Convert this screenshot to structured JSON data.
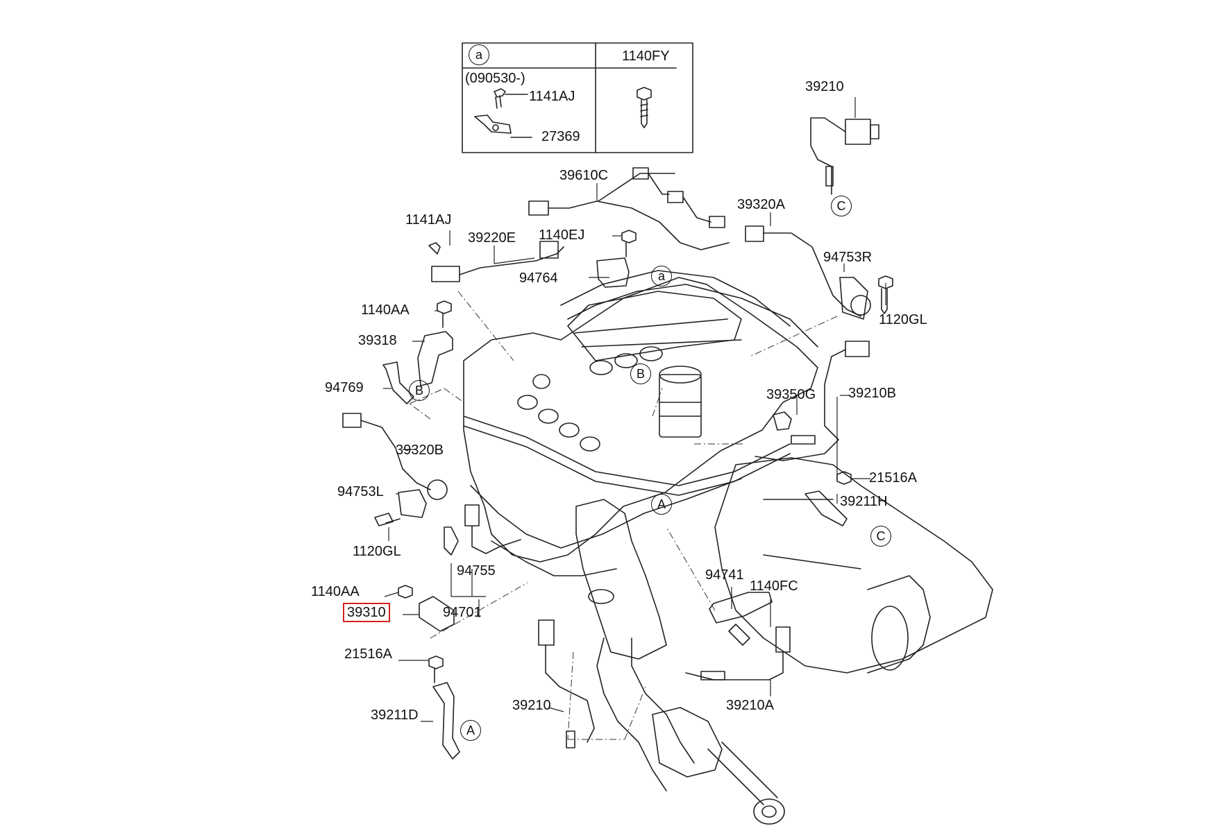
{
  "legend": {
    "key": "a",
    "col2_header": "1140FY",
    "date_range": "(090530-)",
    "part_bolt": "1141AJ",
    "part_bracket": "27369"
  },
  "callouts": {
    "a": "a",
    "b1": "B",
    "b2": "B",
    "a1": "A",
    "a2": "A",
    "c1": "C",
    "c2": "C"
  },
  "labels": {
    "p39210_top": "39210",
    "p39610C": "39610C",
    "p39320A": "39320A",
    "p1141AJ": "1141AJ",
    "p39220E": "39220E",
    "p1140EJ": "1140EJ",
    "p94753R": "94753R",
    "p94764": "94764",
    "p1140AA_top": "1140AA",
    "p1120GL_right": "1120GL",
    "p39318": "39318",
    "p94769": "94769",
    "p39350G": "39350G",
    "p39210B": "39210B",
    "p39320B": "39320B",
    "p21516A_right": "21516A",
    "p94753L": "94753L",
    "p39211H": "39211H",
    "p1120GL_left": "1120GL",
    "p94755": "94755",
    "p94741": "94741",
    "p1140FC": "1140FC",
    "p1140AA_bottom": "1140AA",
    "p39310": "39310",
    "p94701": "94701",
    "p21516A_left": "21516A",
    "p39210_bottom": "39210",
    "p39210A": "39210A",
    "p39211D": "39211D"
  },
  "highlight_color": "#d42020"
}
